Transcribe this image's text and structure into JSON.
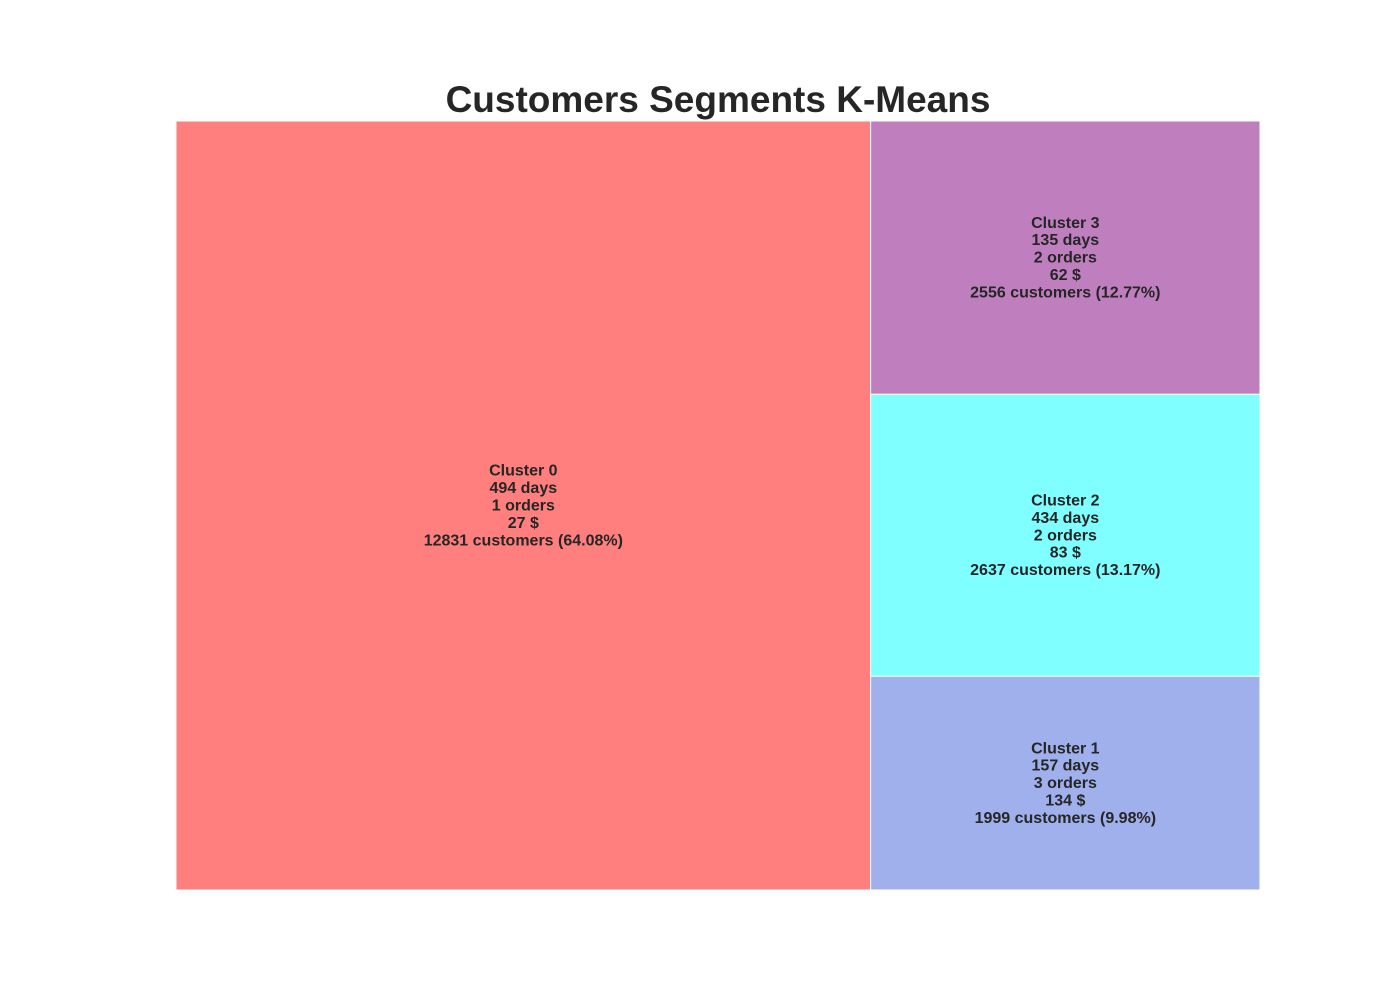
{
  "chart_data": {
    "type": "treemap",
    "title": "Customers Segments K-Means",
    "segments": [
      {
        "label": "Cluster 0",
        "recency_days": 494,
        "frequency_orders": 1,
        "monetary_usd": 27,
        "customers": 12831,
        "share_pct": 64.08,
        "color": "#ff7f7f",
        "lines": [
          "Cluster 0",
          "494 days",
          "1 orders",
          "27 $",
          "12831 customers (64.08%)"
        ]
      },
      {
        "label": "Cluster 3",
        "recency_days": 135,
        "frequency_orders": 2,
        "monetary_usd": 62,
        "customers": 2556,
        "share_pct": 12.77,
        "color": "#bf7fbf",
        "lines": [
          "Cluster 3",
          "135 days",
          "2 orders",
          "62 $",
          "2556 customers (12.77%)"
        ]
      },
      {
        "label": "Cluster 2",
        "recency_days": 434,
        "frequency_orders": 2,
        "monetary_usd": 83,
        "customers": 2637,
        "share_pct": 13.17,
        "color": "#7fffff",
        "lines": [
          "Cluster 2",
          "434 days",
          "2 orders",
          "83 $",
          "2637 customers (13.17%)"
        ]
      },
      {
        "label": "Cluster 1",
        "recency_days": 157,
        "frequency_orders": 3,
        "monetary_usd": 134,
        "customers": 1999,
        "share_pct": 9.98,
        "color": "#9fb0ec",
        "lines": [
          "Cluster 1",
          "157 days",
          "3 orders",
          "134 $",
          "1999 customers (9.98%)"
        ]
      }
    ]
  }
}
